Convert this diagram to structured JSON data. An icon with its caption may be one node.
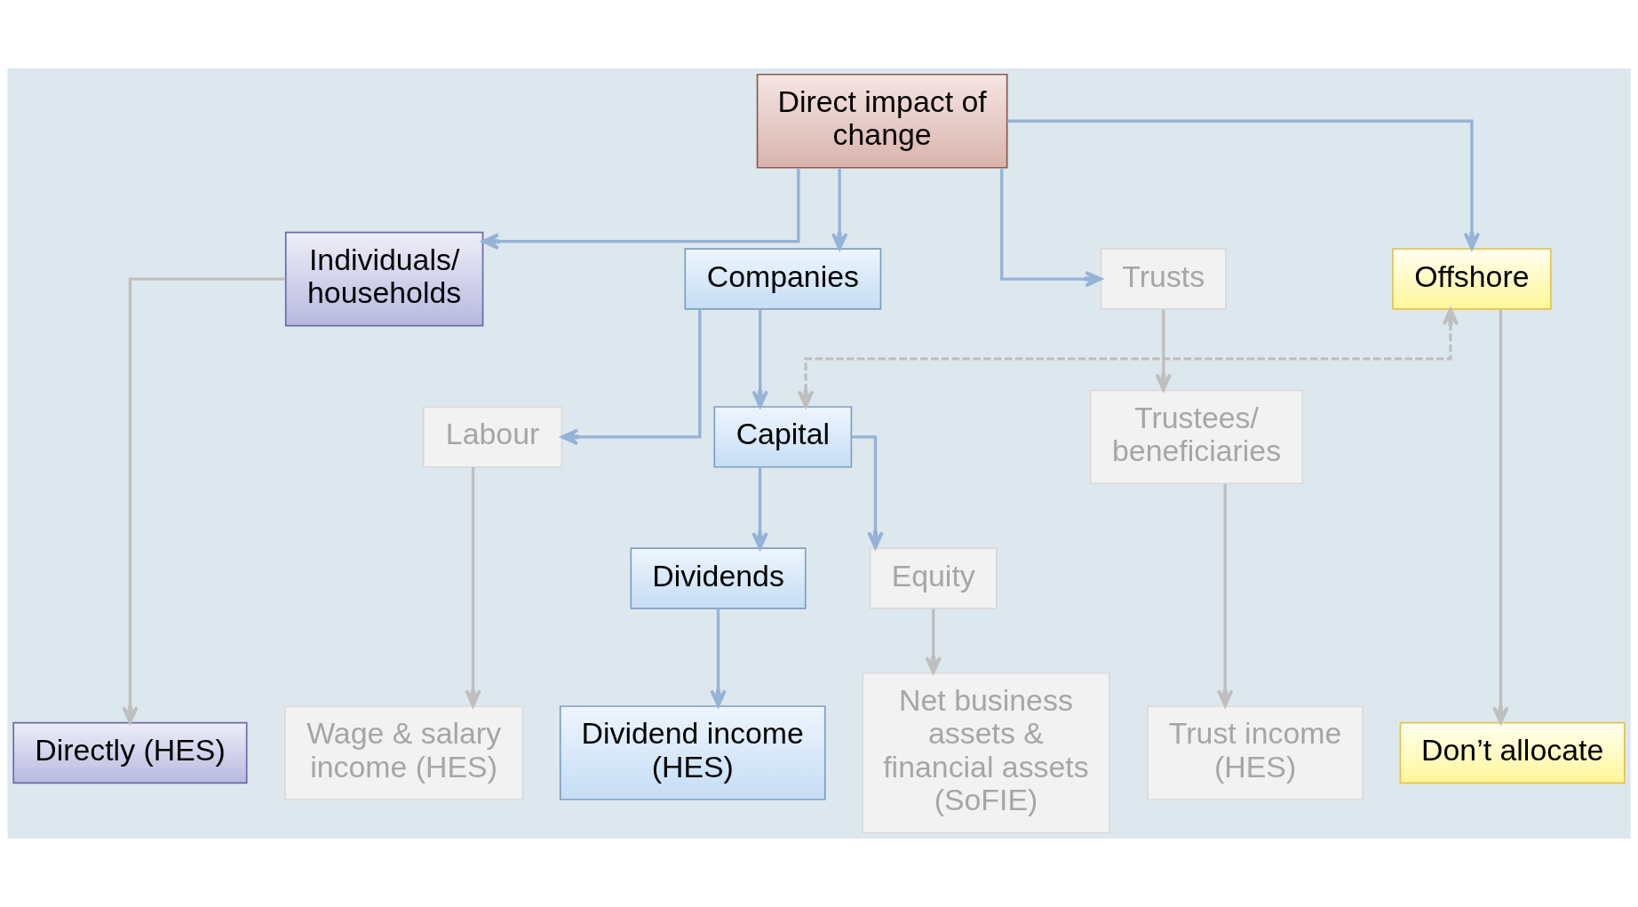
{
  "diagram": {
    "nodes": [
      {
        "text": [
          "Direct impact of change"
        ]
      },
      {
        "text": [
          "Individuals/ households"
        ]
      },
      {
        "text": [
          "Companies"
        ]
      },
      {
        "text": [
          "Trusts"
        ]
      },
      {
        "text": [
          "Offshore"
        ]
      },
      {
        "text": [
          "Labour"
        ]
      },
      {
        "text": [
          "Capital"
        ]
      },
      {
        "text": [
          "Trustees/ beneficiaries"
        ]
      },
      {
        "text": [
          "Dividends"
        ]
      },
      {
        "text": [
          "Equity"
        ]
      },
      {
        "text": [
          "Directly (HES)"
        ]
      },
      {
        "text": [
          "Wage & salary income (HES)"
        ]
      },
      {
        "text": [
          "Dividend income (HES)"
        ]
      },
      {
        "text": [
          "Net business assets & financial assets (SoFIE)"
        ]
      },
      {
        "text": [
          "Trust income (HES)"
        ]
      },
      {
        "text": [
          "Don’t allocate"
        ]
      }
    ],
    "edges": [
      {
        "from": 0,
        "to": 1,
        "arrow": "to"
      },
      {
        "from": 0,
        "to": 2,
        "arrow": "to"
      },
      {
        "from": 0,
        "to": 3,
        "arrow": "to"
      },
      {
        "from": 0,
        "to": 4,
        "arrow": "to"
      },
      {
        "from": 1,
        "to": 10,
        "arrow": "to",
        "color": "#bfbfbf"
      },
      {
        "from": 2,
        "to": 5,
        "arrow": "to"
      },
      {
        "from": 2,
        "to": 6,
        "arrow": "to"
      },
      {
        "from": 6,
        "to": 4,
        "arrow": "both",
        "style": "dashed",
        "color": "#bfbfbf"
      },
      {
        "from": 3,
        "to": 7,
        "arrow": "to",
        "color": "#bfbfbf"
      },
      {
        "from": 4,
        "to": 15,
        "arrow": "to",
        "color": "#bfbfbf"
      },
      {
        "from": 5,
        "to": 11,
        "arrow": "to",
        "color": "#bfbfbf"
      },
      {
        "from": 6,
        "to": 8,
        "arrow": "to"
      },
      {
        "from": 6,
        "to": 9,
        "arrow": "to"
      },
      {
        "from": 8,
        "to": 12,
        "arrow": "to"
      },
      {
        "from": 9,
        "to": 13,
        "arrow": "to",
        "color": "#bfbfbf"
      },
      {
        "from": 7,
        "to": 14,
        "arrow": "to",
        "color": "#bfbfbf"
      }
    ]
  }
}
